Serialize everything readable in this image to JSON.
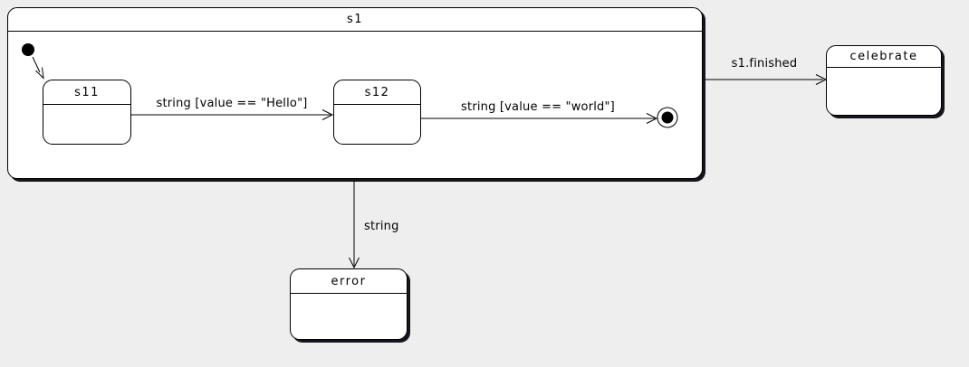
{
  "diagram": {
    "type": "uml-statechart",
    "colors": {
      "background": "#EEEEEE",
      "state_fill": "#FFFFFF",
      "line": "#000000"
    },
    "states": {
      "s1": {
        "label": "s1",
        "kind": "composite"
      },
      "s11": {
        "label": "s11",
        "kind": "simple",
        "parent": "s1"
      },
      "s12": {
        "label": "s12",
        "kind": "simple",
        "parent": "s1"
      },
      "celebrate": {
        "label": "celebrate",
        "kind": "simple"
      },
      "error": {
        "label": "error",
        "kind": "simple"
      }
    },
    "pseudostates": {
      "initial": {
        "kind": "initial",
        "parent": "s1"
      },
      "final": {
        "kind": "final",
        "parent": "s1"
      }
    },
    "transitions": {
      "initial_to_s11": {
        "from": "initial",
        "to": "s11",
        "label": ""
      },
      "s11_to_s12": {
        "from": "s11",
        "to": "s12",
        "label": "string [value == \"Hello\"]"
      },
      "s12_to_final": {
        "from": "s12",
        "to": "final",
        "label": "string [value == \"world\"]"
      },
      "s1_to_celebrate": {
        "from": "s1",
        "to": "celebrate",
        "label": "s1.finished"
      },
      "s1_to_error": {
        "from": "s1",
        "to": "error",
        "label": "string"
      }
    }
  }
}
